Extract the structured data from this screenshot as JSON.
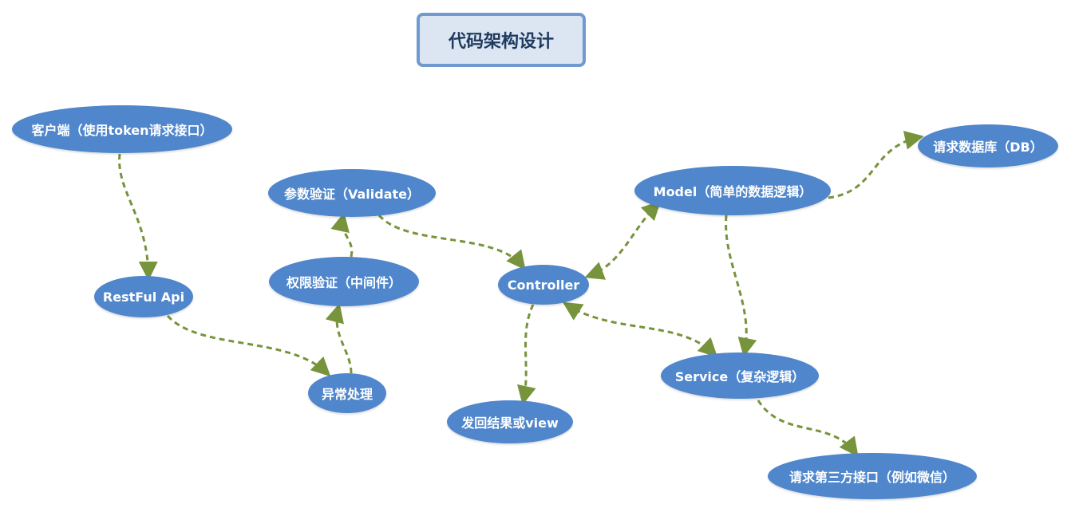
{
  "title": "代码架构设计",
  "colors": {
    "node_fill": "#4f86cc",
    "arrow": "#77933c",
    "title_fill": "#dce6f2",
    "title_border": "#6f9ad0"
  },
  "nodes": {
    "client": "客户端（使用token请求接口）",
    "restful": "RestFul Api",
    "exception": "异常处理",
    "auth": "权限验证（中间件）",
    "validate": "参数验证（Validate）",
    "controller": "Controller",
    "result": "发回结果或view",
    "model": "Model（简单的数据逻辑）",
    "db": "请求数据库（DB）",
    "service": "Service（复杂逻辑）",
    "thirdparty": "请求第三方接口（例如微信）"
  },
  "edges": [
    {
      "from": "client",
      "to": "restful",
      "type": "single"
    },
    {
      "from": "restful",
      "to": "exception",
      "type": "single"
    },
    {
      "from": "exception",
      "to": "auth",
      "type": "single"
    },
    {
      "from": "auth",
      "to": "validate",
      "type": "single"
    },
    {
      "from": "validate",
      "to": "controller",
      "type": "single"
    },
    {
      "from": "controller",
      "to": "result",
      "type": "single"
    },
    {
      "from": "controller",
      "to": "model",
      "type": "double"
    },
    {
      "from": "controller",
      "to": "service",
      "type": "double"
    },
    {
      "from": "model",
      "to": "db",
      "type": "single"
    },
    {
      "from": "model",
      "to": "service",
      "type": "single"
    },
    {
      "from": "service",
      "to": "thirdparty",
      "type": "single"
    }
  ]
}
